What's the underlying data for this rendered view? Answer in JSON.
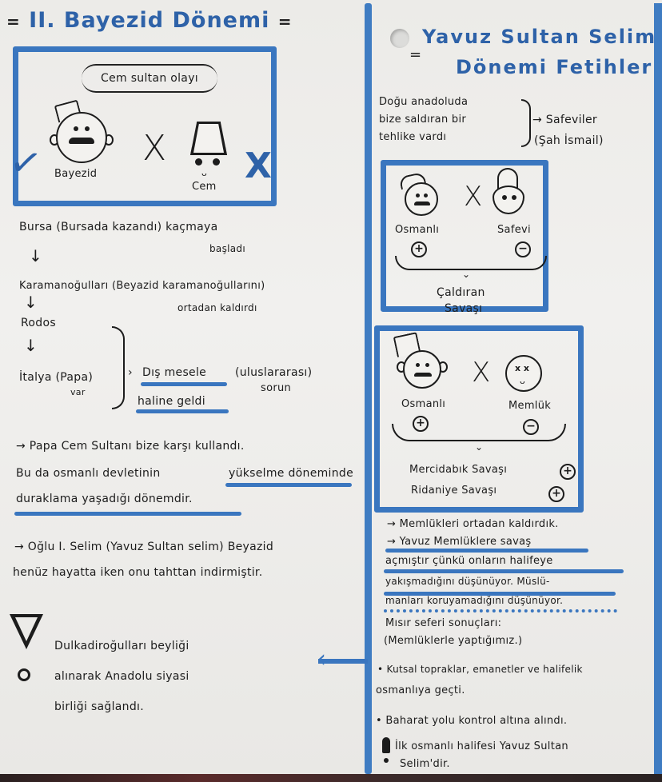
{
  "left_column": {
    "title": "II. Bayezid Dönemi",
    "title_eq_left": "=",
    "title_eq_right": "=",
    "illustration": {
      "speech_bubble": "Cem sultan olayı",
      "person_left": "Bayezid",
      "versus": "X",
      "person_right": "Cem",
      "winner_mark": "✓",
      "loser_mark": "X"
    },
    "flow": {
      "step1": "Bursa (Bursada kazandı) kaçmaya",
      "step1_cont": "başladı",
      "step2": "Karamanoğulları (Beyazid karamanoğullarını)",
      "step2_cont": "ortadan kaldırdı",
      "step3": "Rodos",
      "step4": "İtalya (Papa)",
      "step4_cont": "var",
      "result_1_underlined": "Dış mesele",
      "result_1_rest": "(uluslararası)",
      "result_1_cont": "sorun",
      "result_2_underlined": "haline geldi"
    },
    "note1": {
      "line1": "→ Papa Cem Sultanı bize karşı kullandı.",
      "line2_prefix": "Bu da osmanlı devletinin",
      "line2_underlined": "yükselme döneminde",
      "line3_underlined": "duraklama yaşadığı dönemdir."
    },
    "note2": {
      "line1": "→ Oğlu I. Selim (Yavuz Sultan selim) Beyazid",
      "line2": "henüz hayatta iken onu tahttan indirmiştir."
    },
    "warning": {
      "line1": "Dulkadiroğulları beyliği",
      "line2": "alınarak Anadolu siyasi",
      "line3": "birliği sağlandı."
    }
  },
  "right_column": {
    "title_line1": "Yavuz Sultan Selim",
    "title_line2": "Dönemi Fetihler",
    "title_eq": "=",
    "intro": {
      "line1": "Doğu anadoluda",
      "line2": "bize saldıran bir",
      "line3": "tehlike vardı",
      "arrow_target": "→ Safeviler",
      "arrow_target_sub": "(Şah İsmail)"
    },
    "box1": {
      "left_label": "Osmanlı",
      "left_sign": "+",
      "versus": "X",
      "right_label": "Safevi",
      "right_sign": "−",
      "result": "Çaldıran",
      "result_cont": "Savaşı"
    },
    "box2": {
      "left_label": "Osmanlı",
      "left_sign": "+",
      "versus": "X",
      "right_label": "Memlük",
      "right_sign": "−",
      "result1": "Mercidabık Savaşı",
      "result1_sign": "+",
      "result2": "Ridaniye Savaşı",
      "result2_sign": "+"
    },
    "notes": {
      "line1": "→ Memlükleri ortadan kaldırdık.",
      "line2": "→ Yavuz Memlüklere savaş",
      "line3": "açmıştır çünkü onların halifeye",
      "line4": "yakışmadığını düşünüyor. Müslü-",
      "line5": "manları koruyamadığını düşünüyor.",
      "line6": "Mısır seferi sonuçları:",
      "line7": "(Memlüklerle yaptığımız.)"
    },
    "results": {
      "bullet1_line1": "• Kutsal topraklar, emanetler ve halifelik",
      "bullet1_line2": "osmanlıya geçti.",
      "bullet2": "• Baharat yolu kontrol altına alındı.",
      "important_line1": "İlk osmanlı halifesi Yavuz Sultan",
      "important_line2": "Selim'dir."
    }
  },
  "colors": {
    "ink_blue": "#3a76bf",
    "title_blue": "#2e62a8",
    "ink_black": "#1c1c1c",
    "paper": "#ecebe8"
  }
}
